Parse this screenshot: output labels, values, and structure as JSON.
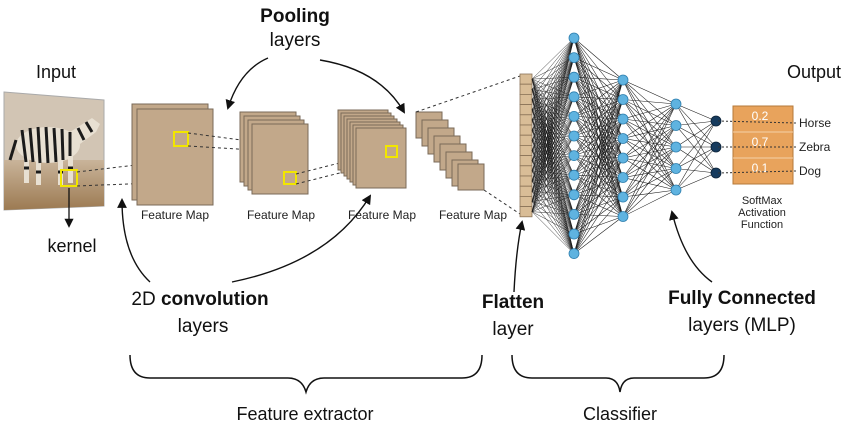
{
  "labels": {
    "input": "Input",
    "kernel": "kernel",
    "pooling_bold": "Pooling",
    "pooling_rest": "layers",
    "conv_prefix": "2D ",
    "conv_bold": "convolution",
    "conv_rest": "layers",
    "flatten_bold": "Flatten",
    "flatten_rest": "layer",
    "fc_bold": "Fully Connected",
    "fc_rest": "layers (MLP)",
    "output": "Output",
    "feature_extractor": "Feature extractor",
    "classifier": "Classifier",
    "softmax_line1": "SoftMax",
    "softmax_line2": "Activation",
    "softmax_line3": "Function"
  },
  "feature_maps": [
    "Feature Map",
    "Feature Map",
    "Feature Map",
    "Feature Map"
  ],
  "outputs": [
    {
      "class": "Horse",
      "prob": "0.2"
    },
    {
      "class": "Zebra",
      "prob": "0.7"
    },
    {
      "class": "Dog",
      "prob": "0.1"
    }
  ],
  "colors": {
    "map_fill": "#c2a88a",
    "map_stroke": "#7a6a58",
    "kernel": "#f2e600",
    "node_light": "#5fb3e0",
    "node_dark": "#163b5e",
    "softmax": "#e8a35c",
    "flatten": "#d9bd97"
  },
  "icons": {
    "input_image": "zebra-photo"
  }
}
